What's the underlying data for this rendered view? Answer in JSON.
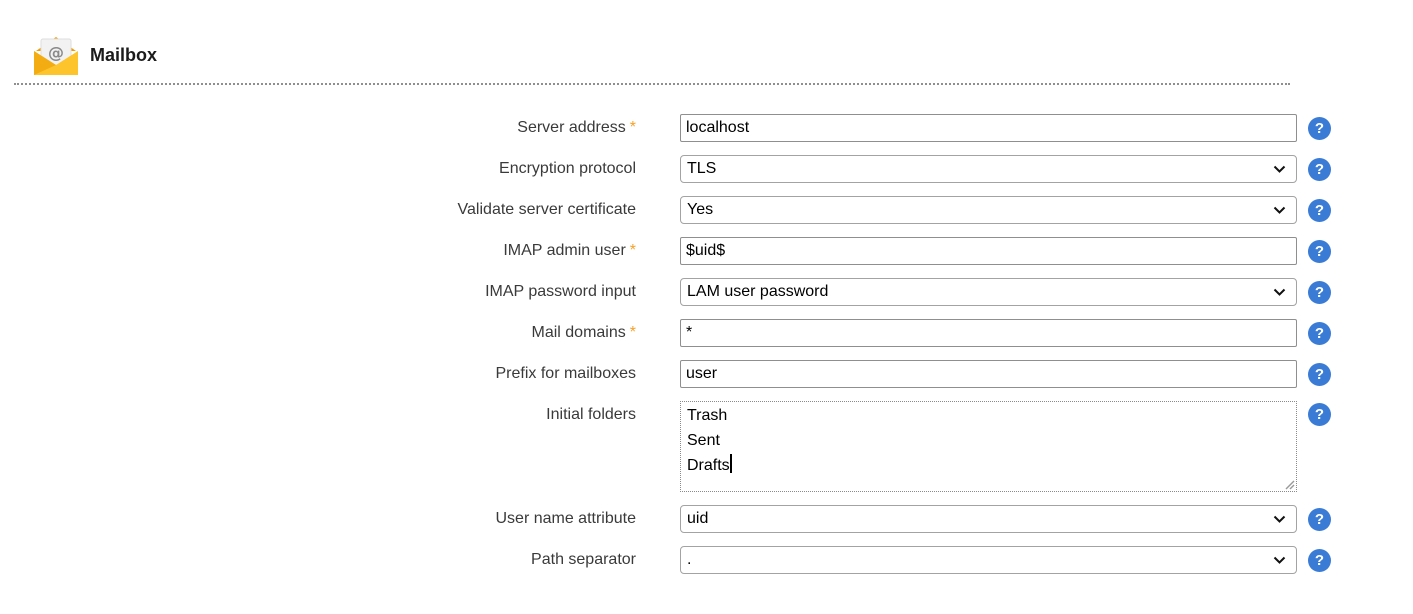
{
  "header": {
    "title": "Mailbox",
    "icon": "mailbox-envelope-icon",
    "envelope_at_symbol": "@"
  },
  "form": {
    "required_marker": "*",
    "help_icon_glyph": "?",
    "fields": [
      {
        "label": "Server address",
        "required": true,
        "type": "text",
        "value": "localhost"
      },
      {
        "label": "Encryption protocol",
        "required": false,
        "type": "select",
        "value": "TLS"
      },
      {
        "label": "Validate server certificate",
        "required": false,
        "type": "select",
        "value": "Yes"
      },
      {
        "label": "IMAP admin user",
        "required": true,
        "type": "text",
        "value": "$uid$"
      },
      {
        "label": "IMAP password input",
        "required": false,
        "type": "select",
        "value": "LAM user password"
      },
      {
        "label": "Mail domains",
        "required": true,
        "type": "text",
        "value": "*"
      },
      {
        "label": "Prefix for mailboxes",
        "required": false,
        "type": "text",
        "value": "user"
      },
      {
        "label": "Initial folders",
        "required": false,
        "type": "textarea",
        "value": "Trash\nSent\nDrafts"
      },
      {
        "label": "User name attribute",
        "required": false,
        "type": "select",
        "value": "uid"
      },
      {
        "label": "Path separator",
        "required": false,
        "type": "select",
        "value": "."
      }
    ]
  },
  "colors": {
    "help_icon_bg": "#3a7bd5",
    "required_marker": "#f7a028",
    "envelope_body": "#fdc42c",
    "envelope_fold": "#f3ad12",
    "envelope_flap": "#f59b00",
    "label_text": "#3a3a3a"
  }
}
